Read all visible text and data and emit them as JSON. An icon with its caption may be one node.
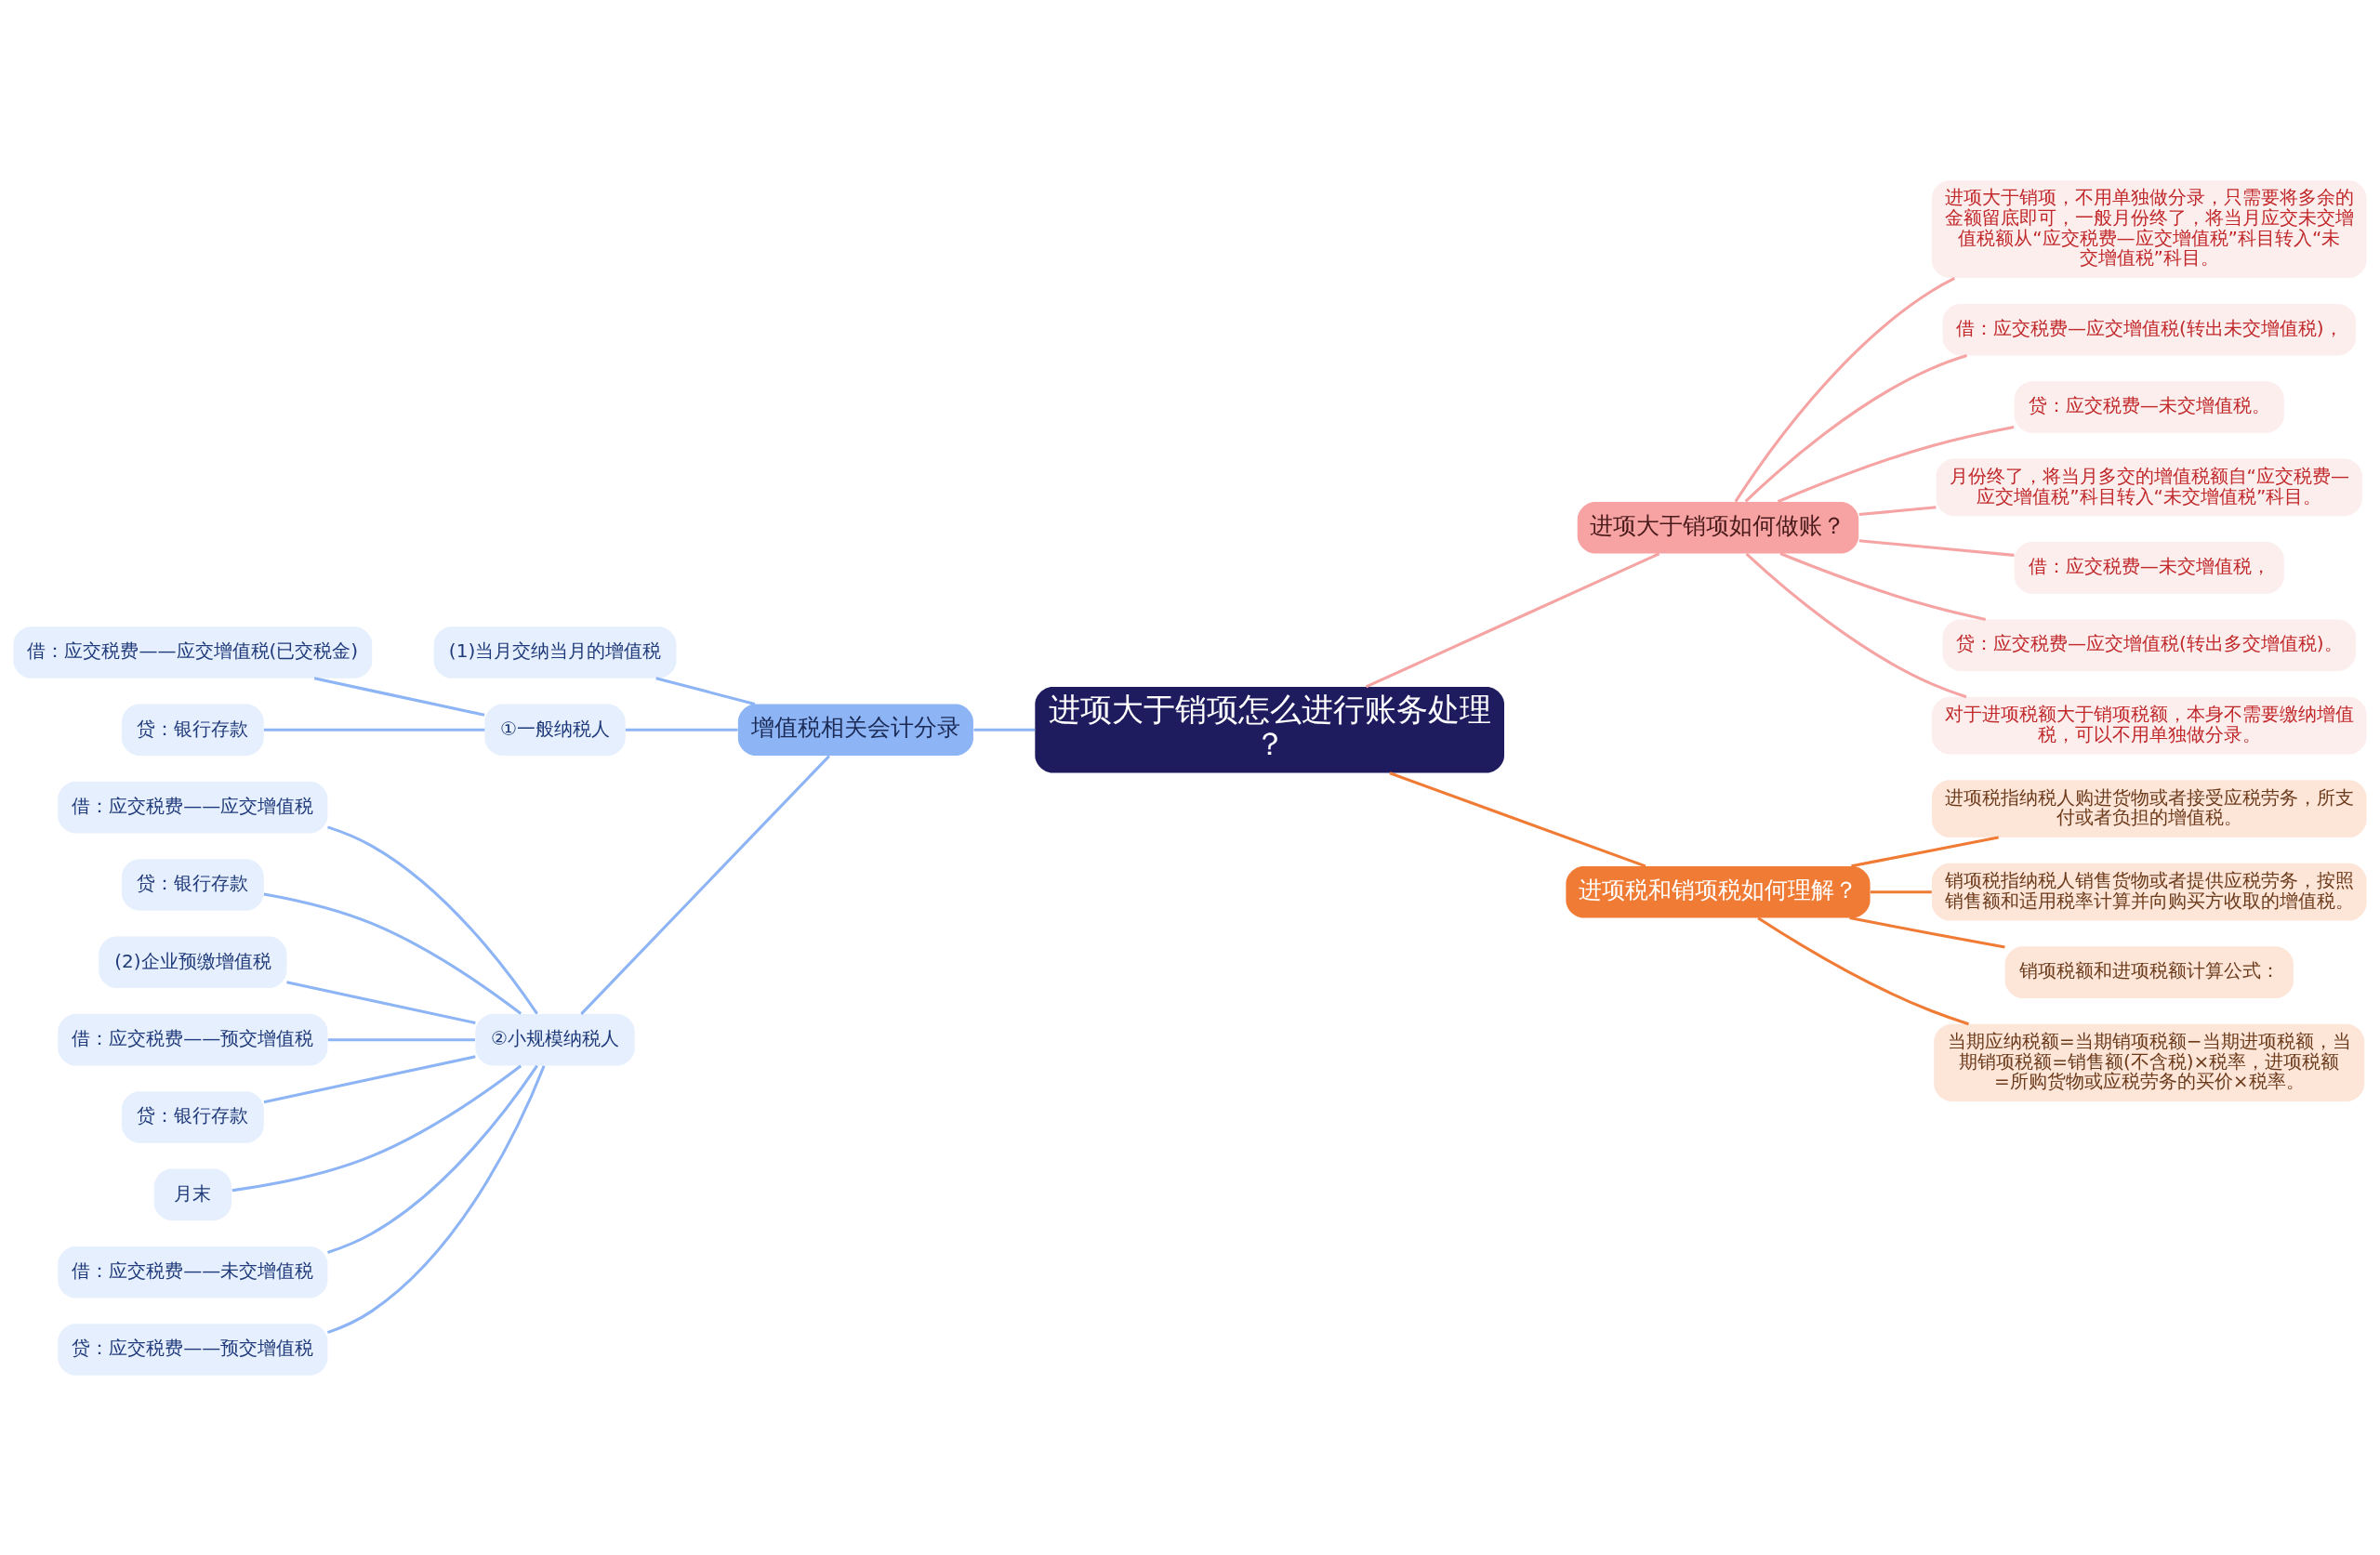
{
  "diagram": {
    "nodes": [
      {
        "text": [
          "进项大于销项怎么进行账务处理？"
        ]
      },
      {
        "text": [
          "增值税相关会计分录"
        ]
      },
      {
        "text": [
          "(1)当月交纳当月的增值税"
        ]
      },
      {
        "text": [
          "①一般纳税人"
        ]
      },
      {
        "text": [
          "借：应交税费——应交增值税(已交税金)"
        ]
      },
      {
        "text": [
          "贷：银行存款"
        ]
      },
      {
        "text": [
          "②小规模纳税人"
        ]
      },
      {
        "text": [
          "借：应交税费——应交增值税"
        ]
      },
      {
        "text": [
          "贷：银行存款"
        ]
      },
      {
        "text": [
          "(2)企业预缴增值税"
        ]
      },
      {
        "text": [
          "借：应交税费——预交增值税"
        ]
      },
      {
        "text": [
          "贷：银行存款"
        ]
      },
      {
        "text": [
          "月末"
        ]
      },
      {
        "text": [
          "借：应交税费——未交增值税"
        ]
      },
      {
        "text": [
          "贷：应交税费——预交增值税"
        ]
      },
      {
        "text": [
          "进项大于销项如何做账？"
        ]
      },
      {
        "text": [
          "进项大于销项，不用单独做分录，只需要将多余的金额留底即可，一般月份终了，将当月应交未交增值税额从“应交税费—应交增值税”科目转入“未交增值税”科目。"
        ]
      },
      {
        "text": [
          "借：应交税费—应交增值税(转出未交增值税)，"
        ]
      },
      {
        "text": [
          "贷：应交税费—未交增值税。"
        ]
      },
      {
        "text": [
          "月份终了，将当月多交的增值税额自“应交税费—应交增值税”科目转入“未交增值税”科目。"
        ]
      },
      {
        "text": [
          "借：应交税费—未交增值税，"
        ]
      },
      {
        "text": [
          "贷：应交税费—应交增值税(转出多交增值税)。"
        ]
      },
      {
        "text": [
          "对于进项税额大于销项税额，本身不需要缴纳增值税，可以不用单独做分录。"
        ]
      },
      {
        "text": [
          "进项税和销项税如何理解？"
        ]
      },
      {
        "text": [
          "进项税指纳税人购进货物或者接受应税劳务，所支付或者负担的增值税。"
        ]
      },
      {
        "text": [
          "销项税指纳税人销售货物或者提供应税劳务，按照销售额和适用税率计算并向购买方收取的增值税。"
        ]
      },
      {
        "text": [
          "销项税额和进项税额计算公式："
        ]
      },
      {
        "text": [
          "当期应纳税额=当期销项税额−当期进项税额，当期销项税额=销售额(不含税)×税率，进项税额=所购货物或应税劳务的买价×税率。"
        ]
      }
    ],
    "edges": [
      {
        "from": 0,
        "to": 1,
        "arrow": "none"
      },
      {
        "from": 1,
        "to": 2,
        "arrow": "none"
      },
      {
        "from": 1,
        "to": 3,
        "arrow": "none"
      },
      {
        "from": 3,
        "to": 4,
        "arrow": "none"
      },
      {
        "from": 3,
        "to": 5,
        "arrow": "none"
      },
      {
        "from": 1,
        "to": 6,
        "arrow": "none"
      },
      {
        "from": 6,
        "to": 7,
        "arrow": "none"
      },
      {
        "from": 6,
        "to": 8,
        "arrow": "none"
      },
      {
        "from": 6,
        "to": 9,
        "arrow": "none"
      },
      {
        "from": 6,
        "to": 10,
        "arrow": "none"
      },
      {
        "from": 6,
        "to": 11,
        "arrow": "none"
      },
      {
        "from": 6,
        "to": 12,
        "arrow": "none"
      },
      {
        "from": 6,
        "to": 13,
        "arrow": "none"
      },
      {
        "from": 6,
        "to": 14,
        "arrow": "none"
      },
      {
        "from": 0,
        "to": 15,
        "arrow": "none",
        "color": "#f5a3a3"
      },
      {
        "from": 15,
        "to": 16,
        "arrow": "none",
        "color": "#f5a3a3"
      },
      {
        "from": 15,
        "to": 17,
        "arrow": "none",
        "color": "#f5a3a3"
      },
      {
        "from": 15,
        "to": 18,
        "arrow": "none",
        "color": "#f5a3a3"
      },
      {
        "from": 15,
        "to": 19,
        "arrow": "none",
        "color": "#f5a3a3"
      },
      {
        "from": 15,
        "to": 20,
        "arrow": "none",
        "color": "#f5a3a3"
      },
      {
        "from": 15,
        "to": 21,
        "arrow": "none",
        "color": "#f5a3a3"
      },
      {
        "from": 15,
        "to": 22,
        "arrow": "none",
        "color": "#f5a3a3"
      },
      {
        "from": 0,
        "to": 23,
        "arrow": "none",
        "color": "#f07b35"
      },
      {
        "from": 23,
        "to": 24,
        "arrow": "none",
        "color": "#f07b35"
      },
      {
        "from": 23,
        "to": 25,
        "arrow": "none",
        "color": "#f07b35"
      },
      {
        "from": 23,
        "to": 26,
        "arrow": "none",
        "color": "#f07b35"
      },
      {
        "from": 23,
        "to": 27,
        "arrow": "none",
        "color": "#f07b35"
      }
    ]
  }
}
